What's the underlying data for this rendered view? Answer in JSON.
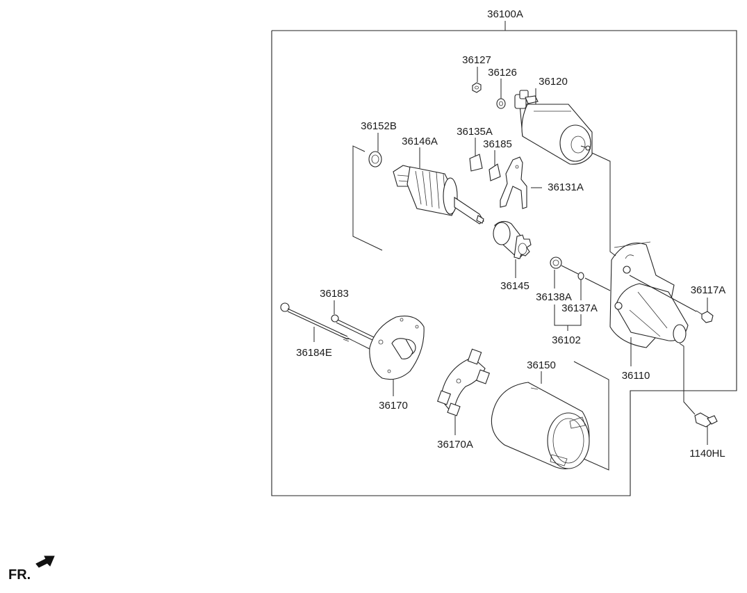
{
  "diagram": {
    "assembly_number": "36100A",
    "orientation_label": "FR.",
    "parts": [
      {
        "id": "p-36127",
        "number": "36127"
      },
      {
        "id": "p-36126",
        "number": "36126"
      },
      {
        "id": "p-36120",
        "number": "36120"
      },
      {
        "id": "p-36152B",
        "number": "36152B"
      },
      {
        "id": "p-36135A",
        "number": "36135A"
      },
      {
        "id": "p-36146A",
        "number": "36146A"
      },
      {
        "id": "p-36185",
        "number": "36185"
      },
      {
        "id": "p-36131A",
        "number": "36131A"
      },
      {
        "id": "p-36145",
        "number": "36145"
      },
      {
        "id": "p-36183",
        "number": "36183"
      },
      {
        "id": "p-36138A",
        "number": "36138A"
      },
      {
        "id": "p-36137A",
        "number": "36137A"
      },
      {
        "id": "p-36117A",
        "number": "36117A"
      },
      {
        "id": "p-36102",
        "number": "36102"
      },
      {
        "id": "p-36184E",
        "number": "36184E"
      },
      {
        "id": "p-36150",
        "number": "36150"
      },
      {
        "id": "p-36110",
        "number": "36110"
      },
      {
        "id": "p-36170",
        "number": "36170"
      },
      {
        "id": "p-36170A",
        "number": "36170A"
      },
      {
        "id": "p-1140HL",
        "number": "1140HL"
      }
    ]
  }
}
